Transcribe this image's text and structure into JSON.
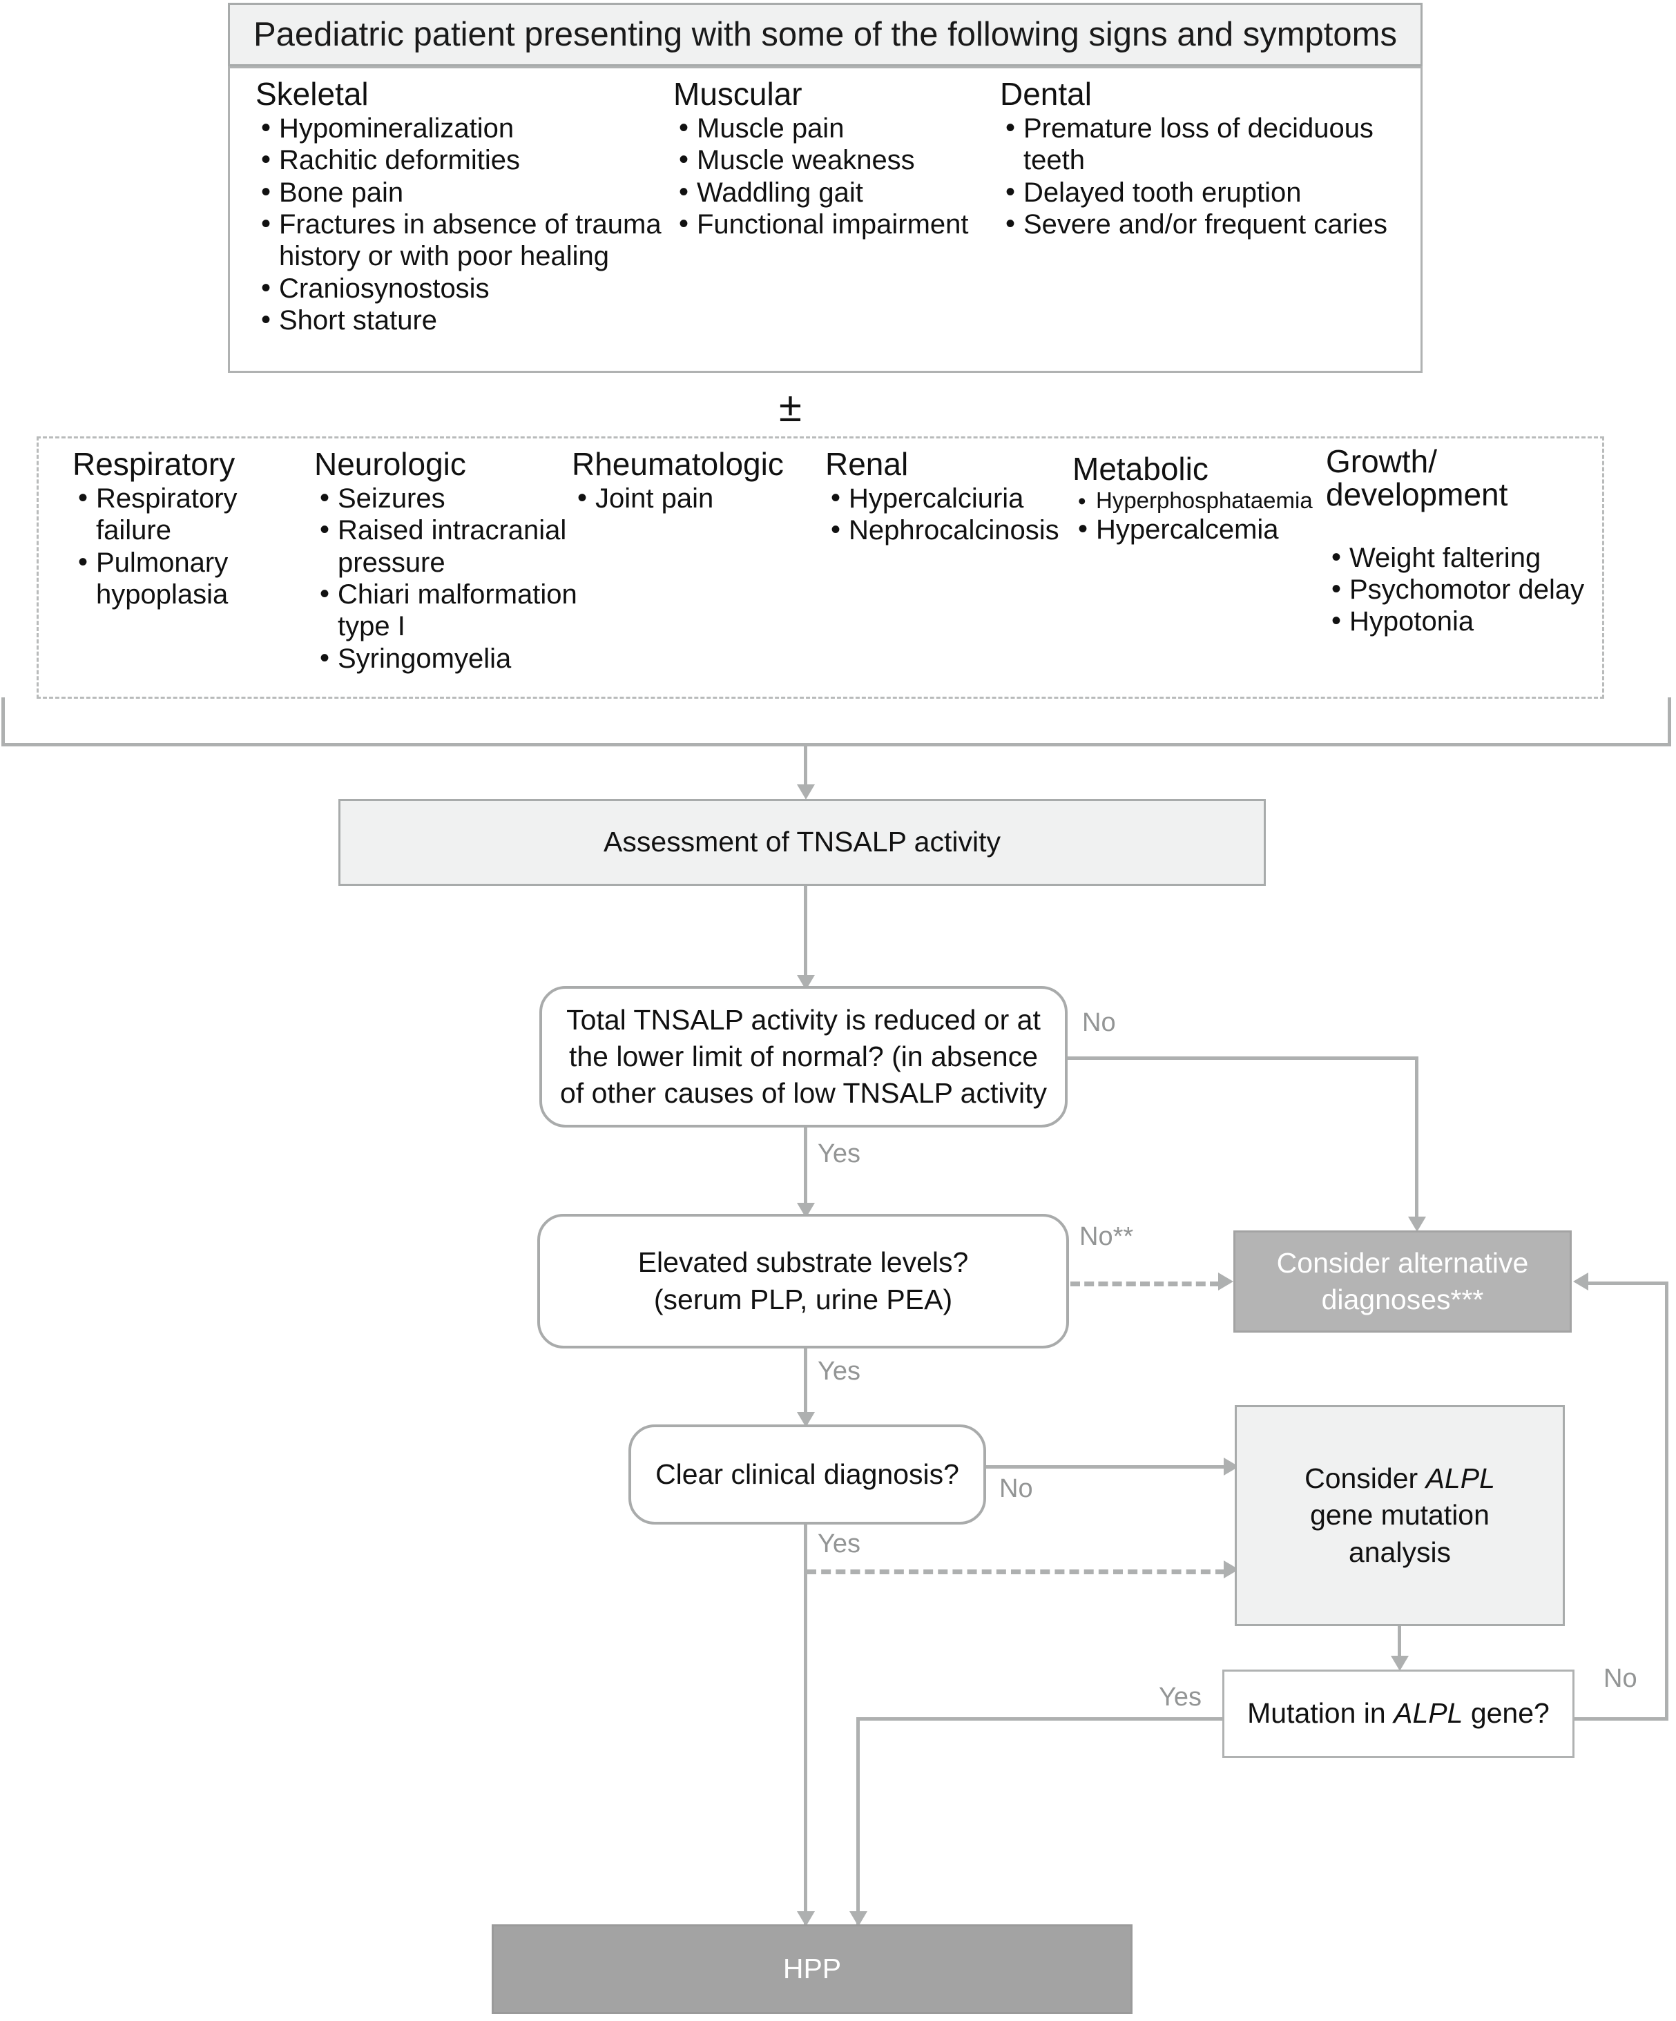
{
  "header": {
    "title": "Paediatric patient presenting with some of the following signs and symptoms"
  },
  "primary_categories": [
    {
      "name": "Skeletal",
      "items": [
        "Hypomineralization",
        "Rachitic deformities",
        "Bone pain",
        "Fractures in absence of trauma history or with poor healing",
        "Craniosynostosis",
        "Short stature"
      ]
    },
    {
      "name": "Muscular",
      "items": [
        "Muscle pain",
        "Muscle weakness",
        "Waddling gait",
        "Functional impairment"
      ]
    },
    {
      "name": "Dental",
      "items": [
        "Premature loss of deciduous teeth",
        "Delayed tooth eruption",
        "Severe and/or frequent caries"
      ]
    }
  ],
  "connector_symbol": "±",
  "secondary_categories": [
    {
      "name": "Respiratory",
      "items": [
        "Respiratory failure",
        "Pulmonary hypoplasia"
      ]
    },
    {
      "name": "Neurologic",
      "items": [
        "Seizures",
        "Raised intracranial pressure",
        "Chiari malformation type I",
        "Syringomyelia"
      ]
    },
    {
      "name": "Rheumatologic",
      "items": [
        "Joint pain"
      ]
    },
    {
      "name": "Renal",
      "items": [
        "Hypercalciuria",
        "Nephrocalcinosis"
      ]
    },
    {
      "name": "Metabolic",
      "items": [
        "Hyperphosphataemia",
        "Hypercalcemia"
      ]
    },
    {
      "name": "Growth/ development",
      "items": [
        "Weight faltering",
        "Psychomotor delay",
        "Hypotonia"
      ]
    }
  ],
  "flow": {
    "assessment": "Assessment of TNSALP activity",
    "decision_tnsalp": "Total TNSALP activity is reduced or at the lower limit of normal? (in absence of other causes of low TNSALP activity",
    "decision_substrate_line1": "Elevated substrate levels?",
    "decision_substrate_line2": "(serum PLP, urine PEA)",
    "decision_clinical": "Clear clinical diagnosis?",
    "alternative_line1": "Consider alternative",
    "alternative_line2": "diagnoses***",
    "alpl_line1_prefix": "Consider ",
    "alpl_line1_gene": "ALPL",
    "alpl_line2": "gene mutation",
    "alpl_line3": "analysis",
    "mutation_prefix": "Mutation in ",
    "mutation_gene": "ALPL",
    "mutation_suffix": " gene?",
    "outcome": "HPP"
  },
  "edge_labels": {
    "tnsalp_no": "No",
    "tnsalp_yes": "Yes",
    "substrate_no": "No**",
    "substrate_yes": "Yes",
    "clinical_no": "No",
    "clinical_yes": "Yes",
    "mutation_yes": "Yes",
    "mutation_no": "No"
  },
  "colors": {
    "line": "#aeb0b0",
    "light_fill": "#f0f1f1",
    "mid_fill": "#b4b4b4",
    "dark_fill": "#a3a3a3",
    "label_text": "#939595"
  }
}
